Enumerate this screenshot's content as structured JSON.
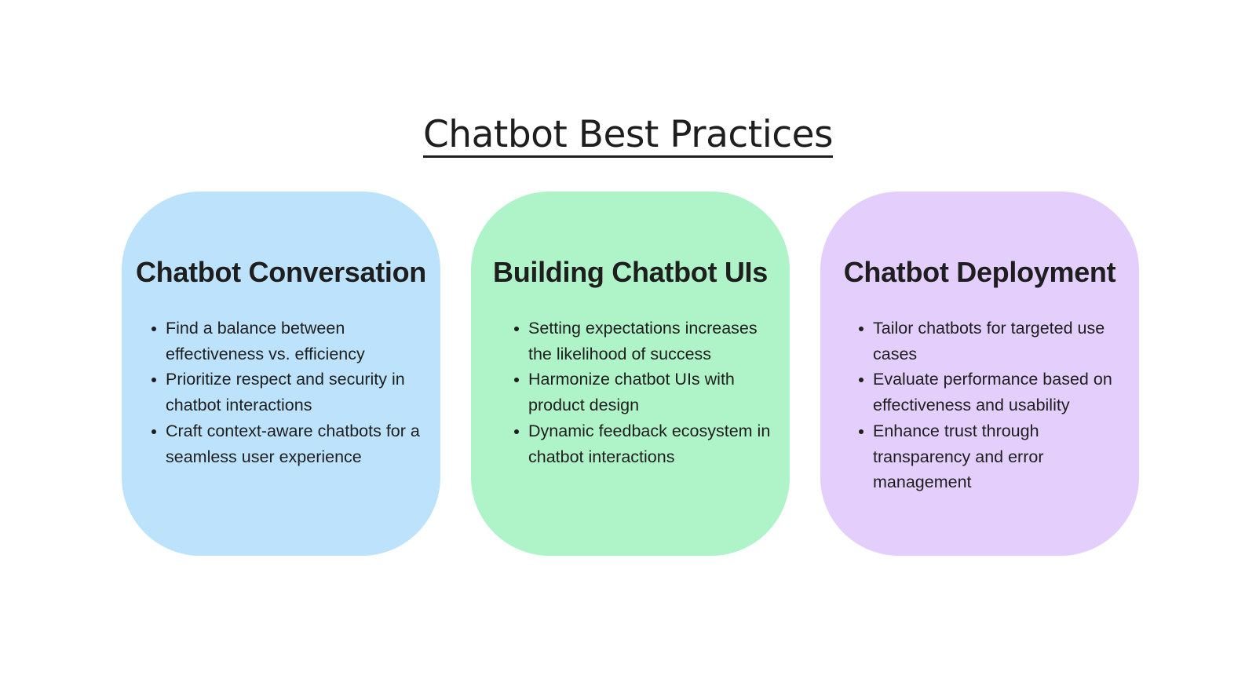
{
  "title": "Chatbot Best Practices",
  "cards": [
    {
      "heading": "Chatbot Conversation",
      "color": "#bde3fc",
      "items": [
        "Find a balance between effectiveness vs. efficiency",
        "Prioritize respect and security in chatbot interactions",
        "Craft context-aware chatbots for a seamless user experience"
      ]
    },
    {
      "heading": "Building Chatbot UIs",
      "color": "#aff3c8",
      "items": [
        "Setting expectations increases the likelihood of success",
        "Harmonize chatbot UIs with product design",
        "Dynamic feedback ecosystem in chatbot interactions"
      ]
    },
    {
      "heading": "Chatbot Deployment",
      "color": "#e3cefc",
      "items": [
        "Tailor chatbots for targeted use cases",
        "Evaluate performance based on effectiveness and usability",
        "Enhance trust through transparency and error management"
      ]
    }
  ]
}
